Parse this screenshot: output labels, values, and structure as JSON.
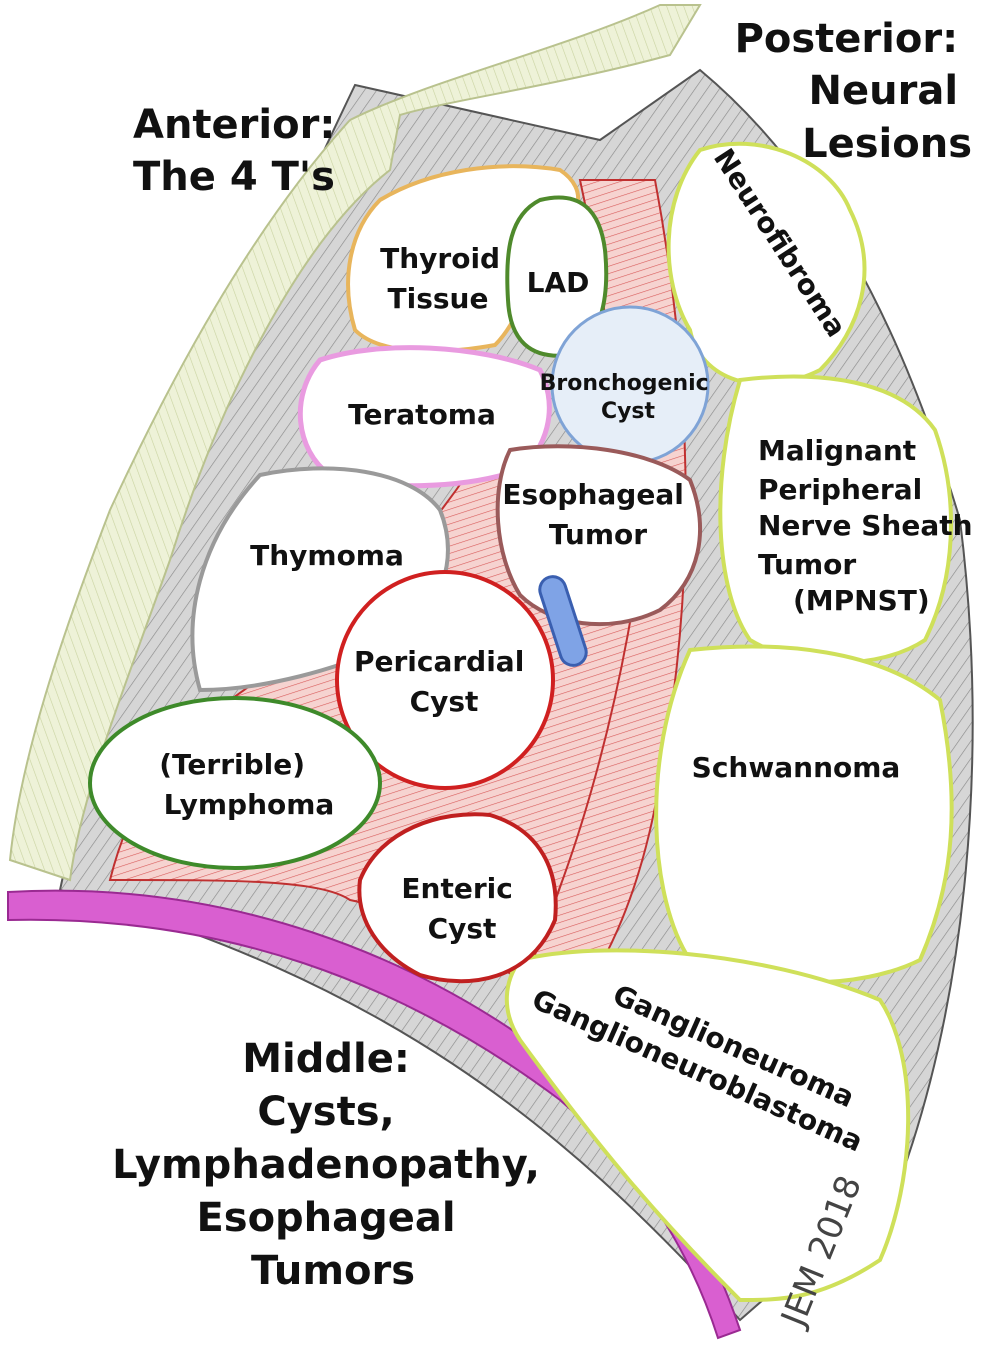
{
  "headings": {
    "anterior": [
      "Anterior:",
      "The 4 T's"
    ],
    "posterior": [
      "Posterior:",
      "Neural",
      "Lesions"
    ],
    "middle": [
      "Middle:",
      "Cysts,",
      "Lymphadenopathy,",
      "Esophageal",
      "Tumors"
    ]
  },
  "lesions": {
    "thyroid": [
      "Thyroid",
      "Tissue"
    ],
    "lad": "LAD",
    "bronchogenic": [
      "Bronchogenic",
      "Cyst"
    ],
    "teratoma": "Teratoma",
    "esophageal": [
      "Esophageal",
      "Tumor"
    ],
    "thymoma": "Thymoma",
    "pericardial": [
      "Pericardial",
      "Cyst"
    ],
    "lymphoma": [
      "(Terrible)",
      "Lymphoma"
    ],
    "enteric": [
      "Enteric",
      "Cyst"
    ],
    "neurofibroma": "Neurofibroma",
    "mpnst": [
      "Malignant",
      "Peripheral",
      "Nerve Sheath",
      "Tumor",
      "(MPNST)"
    ],
    "schwannoma": "Schwannoma",
    "ganglio": [
      "Ganglioneuroma",
      "Ganglioneuroblastoma"
    ]
  },
  "signature": "JEM 2018",
  "colors": {
    "sternum": "#e4ebc8",
    "diaphragm": "#d95fd0",
    "thyroid": "#e8b55c",
    "lad": "#4f8a2c",
    "bronchogenic": "#7fa3d6",
    "teratoma": "#e99be0",
    "esophagus": "#9a5a5a",
    "thymoma": "#9a9a9a",
    "pericardial": "#d02020",
    "lymphoma": "#3e8a2a",
    "neural": "#cfe05a",
    "muscle": "#d84a4a",
    "vessel": "#4f7ad0",
    "outline": "#555555"
  }
}
